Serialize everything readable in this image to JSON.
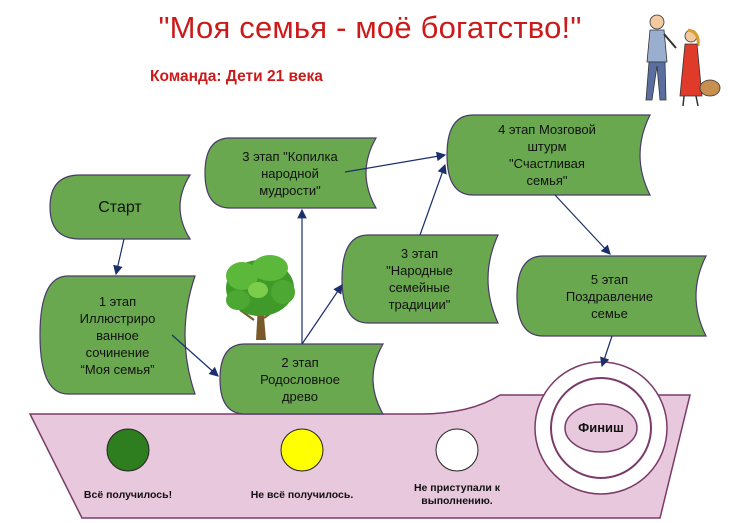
{
  "title": "\"Моя семья - моё богатство!\"",
  "team": "Команда: Дети 21 века",
  "nodes": {
    "start": "Старт",
    "stage1": "1 этап\nИллюстриро\nванное\nсочинение\n“Моя семья”",
    "stage2": "2 этап\nРодословное\nдрево",
    "stage3a": "3 этап \"Копилка\nнародной\nмудрости\"",
    "stage3b": "3 этап\n\"Народные\nсемейные\nтрадиции\"",
    "stage4": "4 этап Мозговой\nштурм\n\"Счастливая\nсемья\"",
    "stage5": "5 этап\nПоздравление\nсемье"
  },
  "finish": "Финиш",
  "legend": {
    "done": "Всё получилось!",
    "partial": "Не всё получилось.",
    "not_started": "Не приступали к\nвыполнению."
  },
  "colors": {
    "node_fill": "#6aa84f",
    "ship_fill": "#e8c8dc",
    "done": "#2e7d1e",
    "partial": "#ffff00",
    "not_started": "#ffffff",
    "title": "#cc1a1a"
  }
}
